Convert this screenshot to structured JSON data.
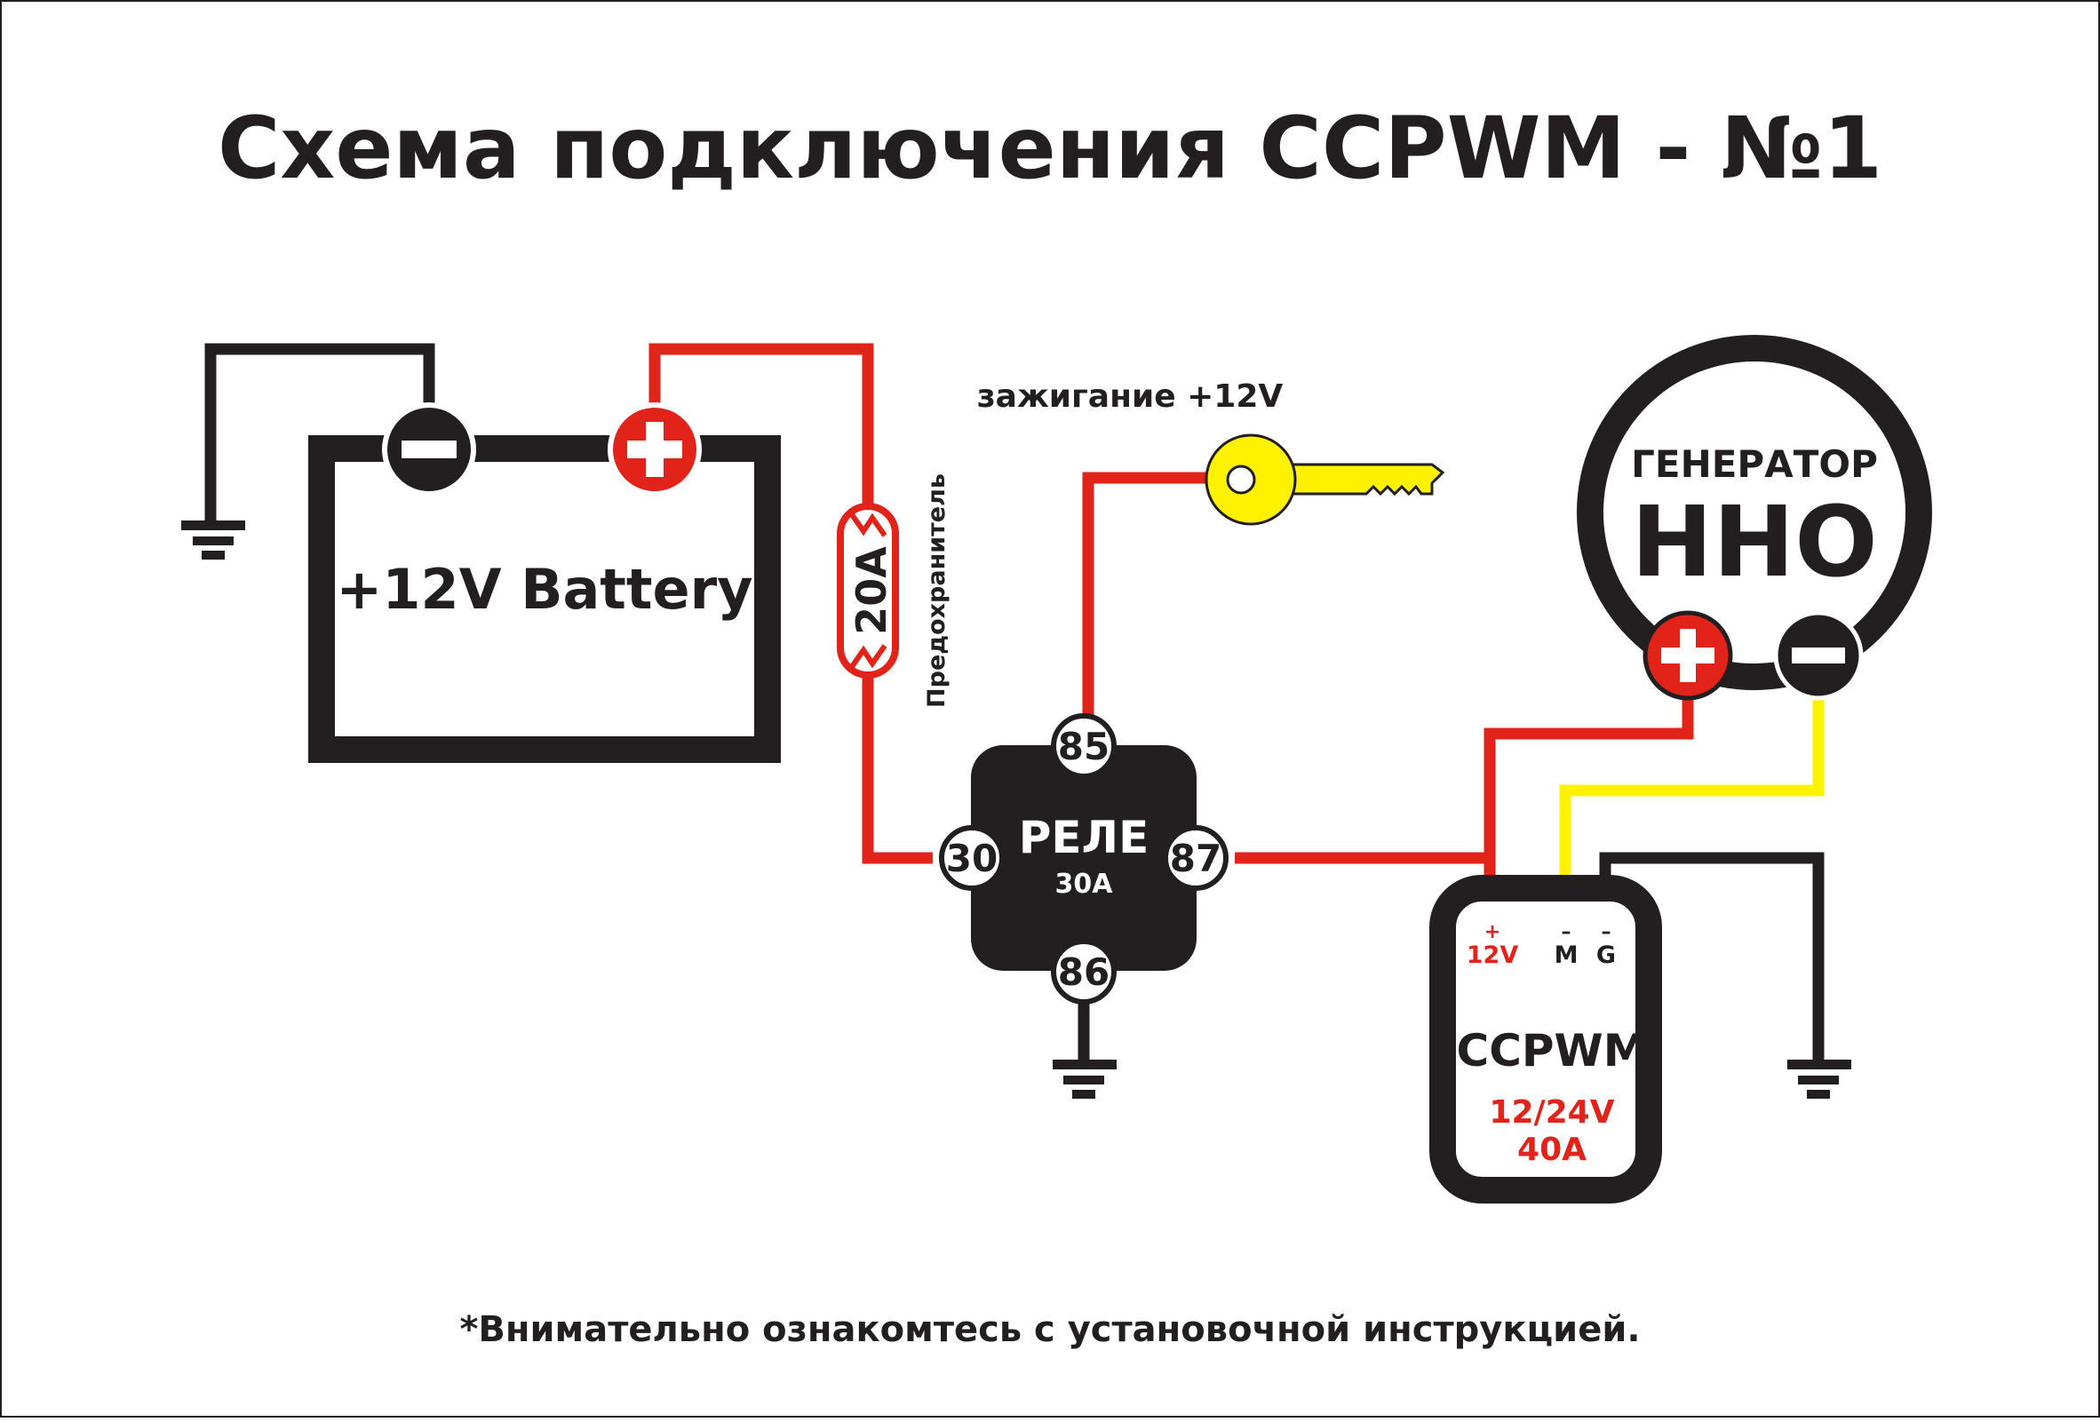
{
  "title": "Схема подключения CCPWM - №1",
  "battery": {
    "label": "+12V Battery",
    "neg_symbol": "minus-icon",
    "pos_symbol": "plus-icon"
  },
  "fuse": {
    "rating": "20A",
    "label": "Предохранитель"
  },
  "ignition": {
    "label": "зажигание +12V",
    "icon": "key-icon"
  },
  "relay": {
    "title": "РЕЛЕ",
    "rating": "30A",
    "pins": {
      "p85": "85",
      "p30": "30",
      "p87": "87",
      "p86": "86"
    }
  },
  "generator": {
    "title": "ГЕНЕРАТОР",
    "name": "HHO"
  },
  "ccpwm": {
    "title": "CCPWM",
    "voltage": "12/24V",
    "current": "40A",
    "terminals": {
      "plus_sign": "+",
      "plus_label": "12V",
      "m_sign": "–",
      "m_label": "M",
      "g_sign": "–",
      "g_label": "G"
    }
  },
  "footnote": "*Внимательно ознакомтесь с установочной инструкцией.",
  "colors": {
    "wire_red": "#e2231a",
    "wire_yellow": "#fff200",
    "wire_black": "#231f20",
    "key_fill": "#fff200",
    "text_red": "#e2231a"
  }
}
